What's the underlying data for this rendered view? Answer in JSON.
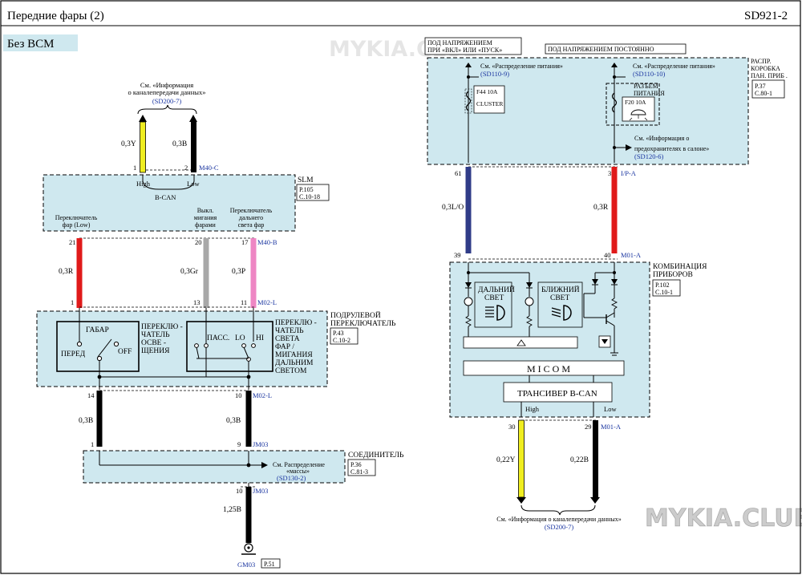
{
  "header": {
    "title": "Передние фары (2)",
    "code": "SD921-2"
  },
  "variant": "Без BCM",
  "watermarks": [
    "MYKIA.CLUB",
    "MYKIA.CLUB"
  ],
  "left": {
    "can_ref": {
      "line1": "См. «Информация",
      "line2": "о каналепередачи данных»",
      "code": "(SD200-7)"
    },
    "can_wires": [
      {
        "pin": "1",
        "color": "0,3Y"
      },
      {
        "pin": "2",
        "color": "0,3B",
        "conn": "M40-C"
      }
    ],
    "slm": {
      "name": "SLM",
      "ref1": "P.105",
      "ref2": "C.10-18",
      "high": "High",
      "low": "Low",
      "bcan": "B-CAN",
      "labels": [
        "Переключатель",
        "фар (Low)",
        "Выкл.",
        "мигания",
        "фарами",
        "Переключатель",
        "дальнего",
        "света фар"
      ]
    },
    "wires_upper": [
      {
        "top_pin": "21",
        "color": "0,3R",
        "bottom_pin": "1"
      },
      {
        "top_pin": "20",
        "color": "0,3Gr",
        "bottom_pin": "13"
      },
      {
        "top_pin": "17",
        "color": "0,3P",
        "bottom_pin": "11",
        "conn_top": "M40-B",
        "conn_bottom": "M02-L"
      }
    ],
    "switch": {
      "name1": "ПОДРУЛЕВОЙ",
      "name2": "ПЕРЕКЛЮЧАТЕЛЬ",
      "ref1": "P.43",
      "ref2": "C.10-2",
      "gabar": "ГАБАР",
      "pered": "ПЕРЕД",
      "off": "OFF",
      "light_sw": [
        "ПЕРЕКЛЮ -",
        "ЧАТЕЛЬ",
        "ОСВЕ -",
        "ЩЕНИЯ"
      ],
      "pass": "ПАСС.",
      "lo": "LO",
      "hi": "HI",
      "beam_sw": [
        "ПЕРЕКЛЮ -",
        "ЧАТЕЛЬ",
        "СВЕТА",
        "ФАР /",
        "МИГАНИЯ",
        "ДАЛЬНИМ",
        "СВЕТОМ"
      ]
    },
    "wires_lower": [
      {
        "top_pin": "14",
        "color": "0,3B",
        "bottom_pin": "1"
      },
      {
        "top_pin": "10",
        "color": "0,3B",
        "bottom_pin": "9",
        "conn_top": "M02-L",
        "conn_bottom": "JM03"
      }
    ],
    "joint": {
      "name": "СОЕДИНИТЕЛЬ",
      "ref1": "P.36",
      "ref2": "C.81-3",
      "note1": "См. Распределение",
      "note2": "«массы»",
      "code": "(SD130-2)"
    },
    "ground_wire": {
      "pin": "10",
      "conn": "JM03",
      "color": "1,25B",
      "ground": "GM03",
      "ref": "P.51"
    }
  },
  "right": {
    "hot_run": [
      "ПОД НАПРЯЖЕНИЕМ",
      "ПРИ «ВКЛ» ИЛИ «ПУСК»"
    ],
    "hot_always": "ПОД НАПРЯЖЕНИЕМ ПОСТОЯННО",
    "fusebox": {
      "name": [
        "РАСПР.",
        "КОРОБКА",
        "ПАН. ПРИБ ."
      ],
      "ref1": "P.37",
      "ref2": "C.80-1"
    },
    "pd1": {
      "text": "См. «Распределение питания»",
      "code": "(SD110-9)"
    },
    "pd2": {
      "text": "См. «Распределение питания»",
      "code": "(SD110-10)"
    },
    "fuse1": {
      "id": "F44 10A",
      "name": "CLUSTER"
    },
    "fuse2": {
      "id": "F20 10A"
    },
    "pwr_conn": [
      "РАЗЪЕМ",
      "ПИТАНИЯ"
    ],
    "fuse_info": {
      "line1": "См. «Информация о",
      "line2": "предохранителях в салоне»",
      "code": "(SD120-6)"
    },
    "wire_a": {
      "top_pin": "61",
      "color": "0,3L/O",
      "bottom_pin": "39"
    },
    "wire_b": {
      "top_pin": "3",
      "conn_top": "I/P-A",
      "color": "0,3R",
      "bottom_pin": "40",
      "conn_bottom": "M01-A"
    },
    "cluster": {
      "name": [
        "КОМБИНАЦИЯ",
        "ПРИБОРОВ"
      ],
      "ref1": "P.102",
      "ref2": "C.10-1",
      "high_beam": [
        "ДАЛЬНИЙ",
        "СВЕТ"
      ],
      "low_beam": [
        "БЛИЖНИЙ",
        "СВЕТ"
      ],
      "micom": "MICOM",
      "transceiver": "ТРАНСИВЕР B-CAN",
      "high": "High",
      "low": "Low"
    },
    "can_out": [
      {
        "pin": "30",
        "color": "0,22Y"
      },
      {
        "pin": "29",
        "color": "0,22B",
        "conn": "M01-A"
      }
    ],
    "can_ref": {
      "text": "См. «Информация о каналепередачи данных»",
      "code": "(SD200-7)"
    }
  },
  "colors": {
    "yellow": "#f0ee20",
    "black": "#000000",
    "red": "#e01a1a",
    "gray": "#a8a8a8",
    "pink": "#ee86c4",
    "blue": "#303c88",
    "panel": "#cfe8ef"
  }
}
